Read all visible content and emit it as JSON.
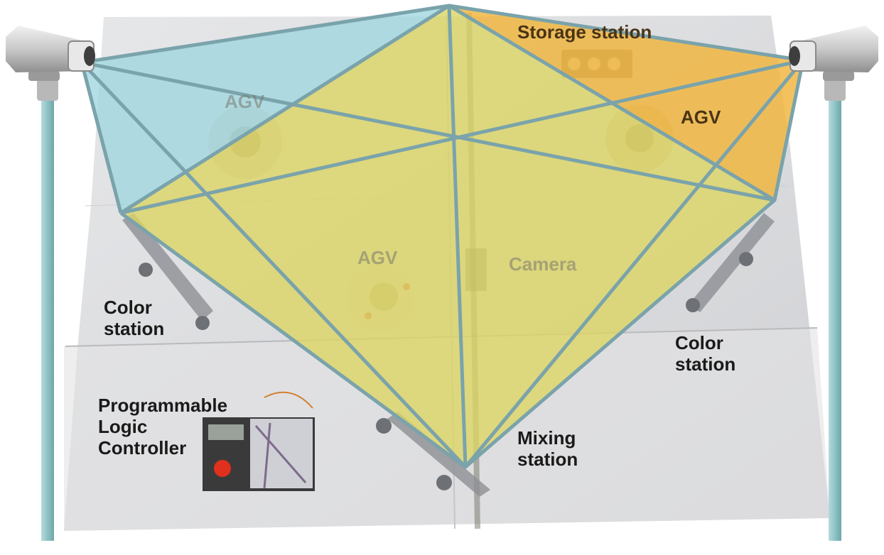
{
  "labels": {
    "storage_station": "Storage station",
    "agv_top_left": "AGV",
    "agv_top_right": "AGV",
    "agv_center": "AGV",
    "camera": "Camera",
    "color_station_left": "Color\nstation",
    "color_station_right": "Color\nstation",
    "plc": "Programmable\nLogic\nController",
    "mixing_station": "Mixing\nstation"
  },
  "colors": {
    "camera_view_left": "#9fd6df",
    "camera_view_top": "#dcd564",
    "camera_view_right": "#f0b43c",
    "frustum_edge": "#7aa3ab",
    "platform": "#dedfe1",
    "pole": "#8ec3c6"
  },
  "icons": {
    "left_camera": "security-camera-icon",
    "right_camera": "security-camera-icon"
  }
}
